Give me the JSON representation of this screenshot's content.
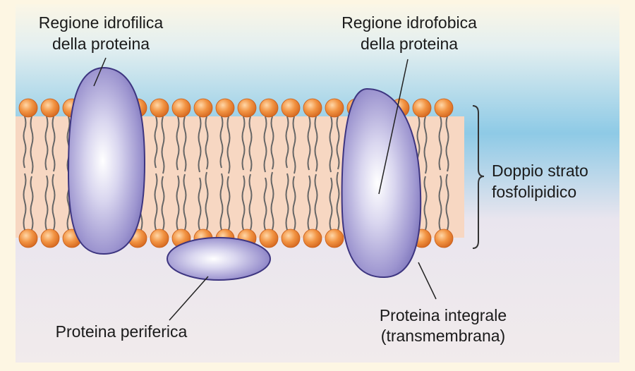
{
  "labels": {
    "hydrophilic_line1": "Regione idrofilica",
    "hydrophilic_line2": "della proteina",
    "hydrophobic_line1": "Regione idrofobica",
    "hydrophobic_line2": "della proteina",
    "bilayer_line1": "Doppio strato",
    "bilayer_line2": "fosfolipidico",
    "peripheral": "Proteina periferica",
    "integral_line1": "Proteina integrale",
    "integral_line2": "(transmembrana)"
  },
  "colors": {
    "page_background": "#fdf6e3",
    "water_top": "#8ecae6",
    "water_bottom": "#ede7ee",
    "membrane_band": "#f7d7c2",
    "phospholipid_head": "#f08a3c",
    "lipid_tail": "#666666",
    "protein_fill": "#8f86c6",
    "protein_stroke": "#3d3580"
  },
  "icons": {
    "phospholipid_head": "orange-sphere",
    "protein": "purple-blob"
  }
}
